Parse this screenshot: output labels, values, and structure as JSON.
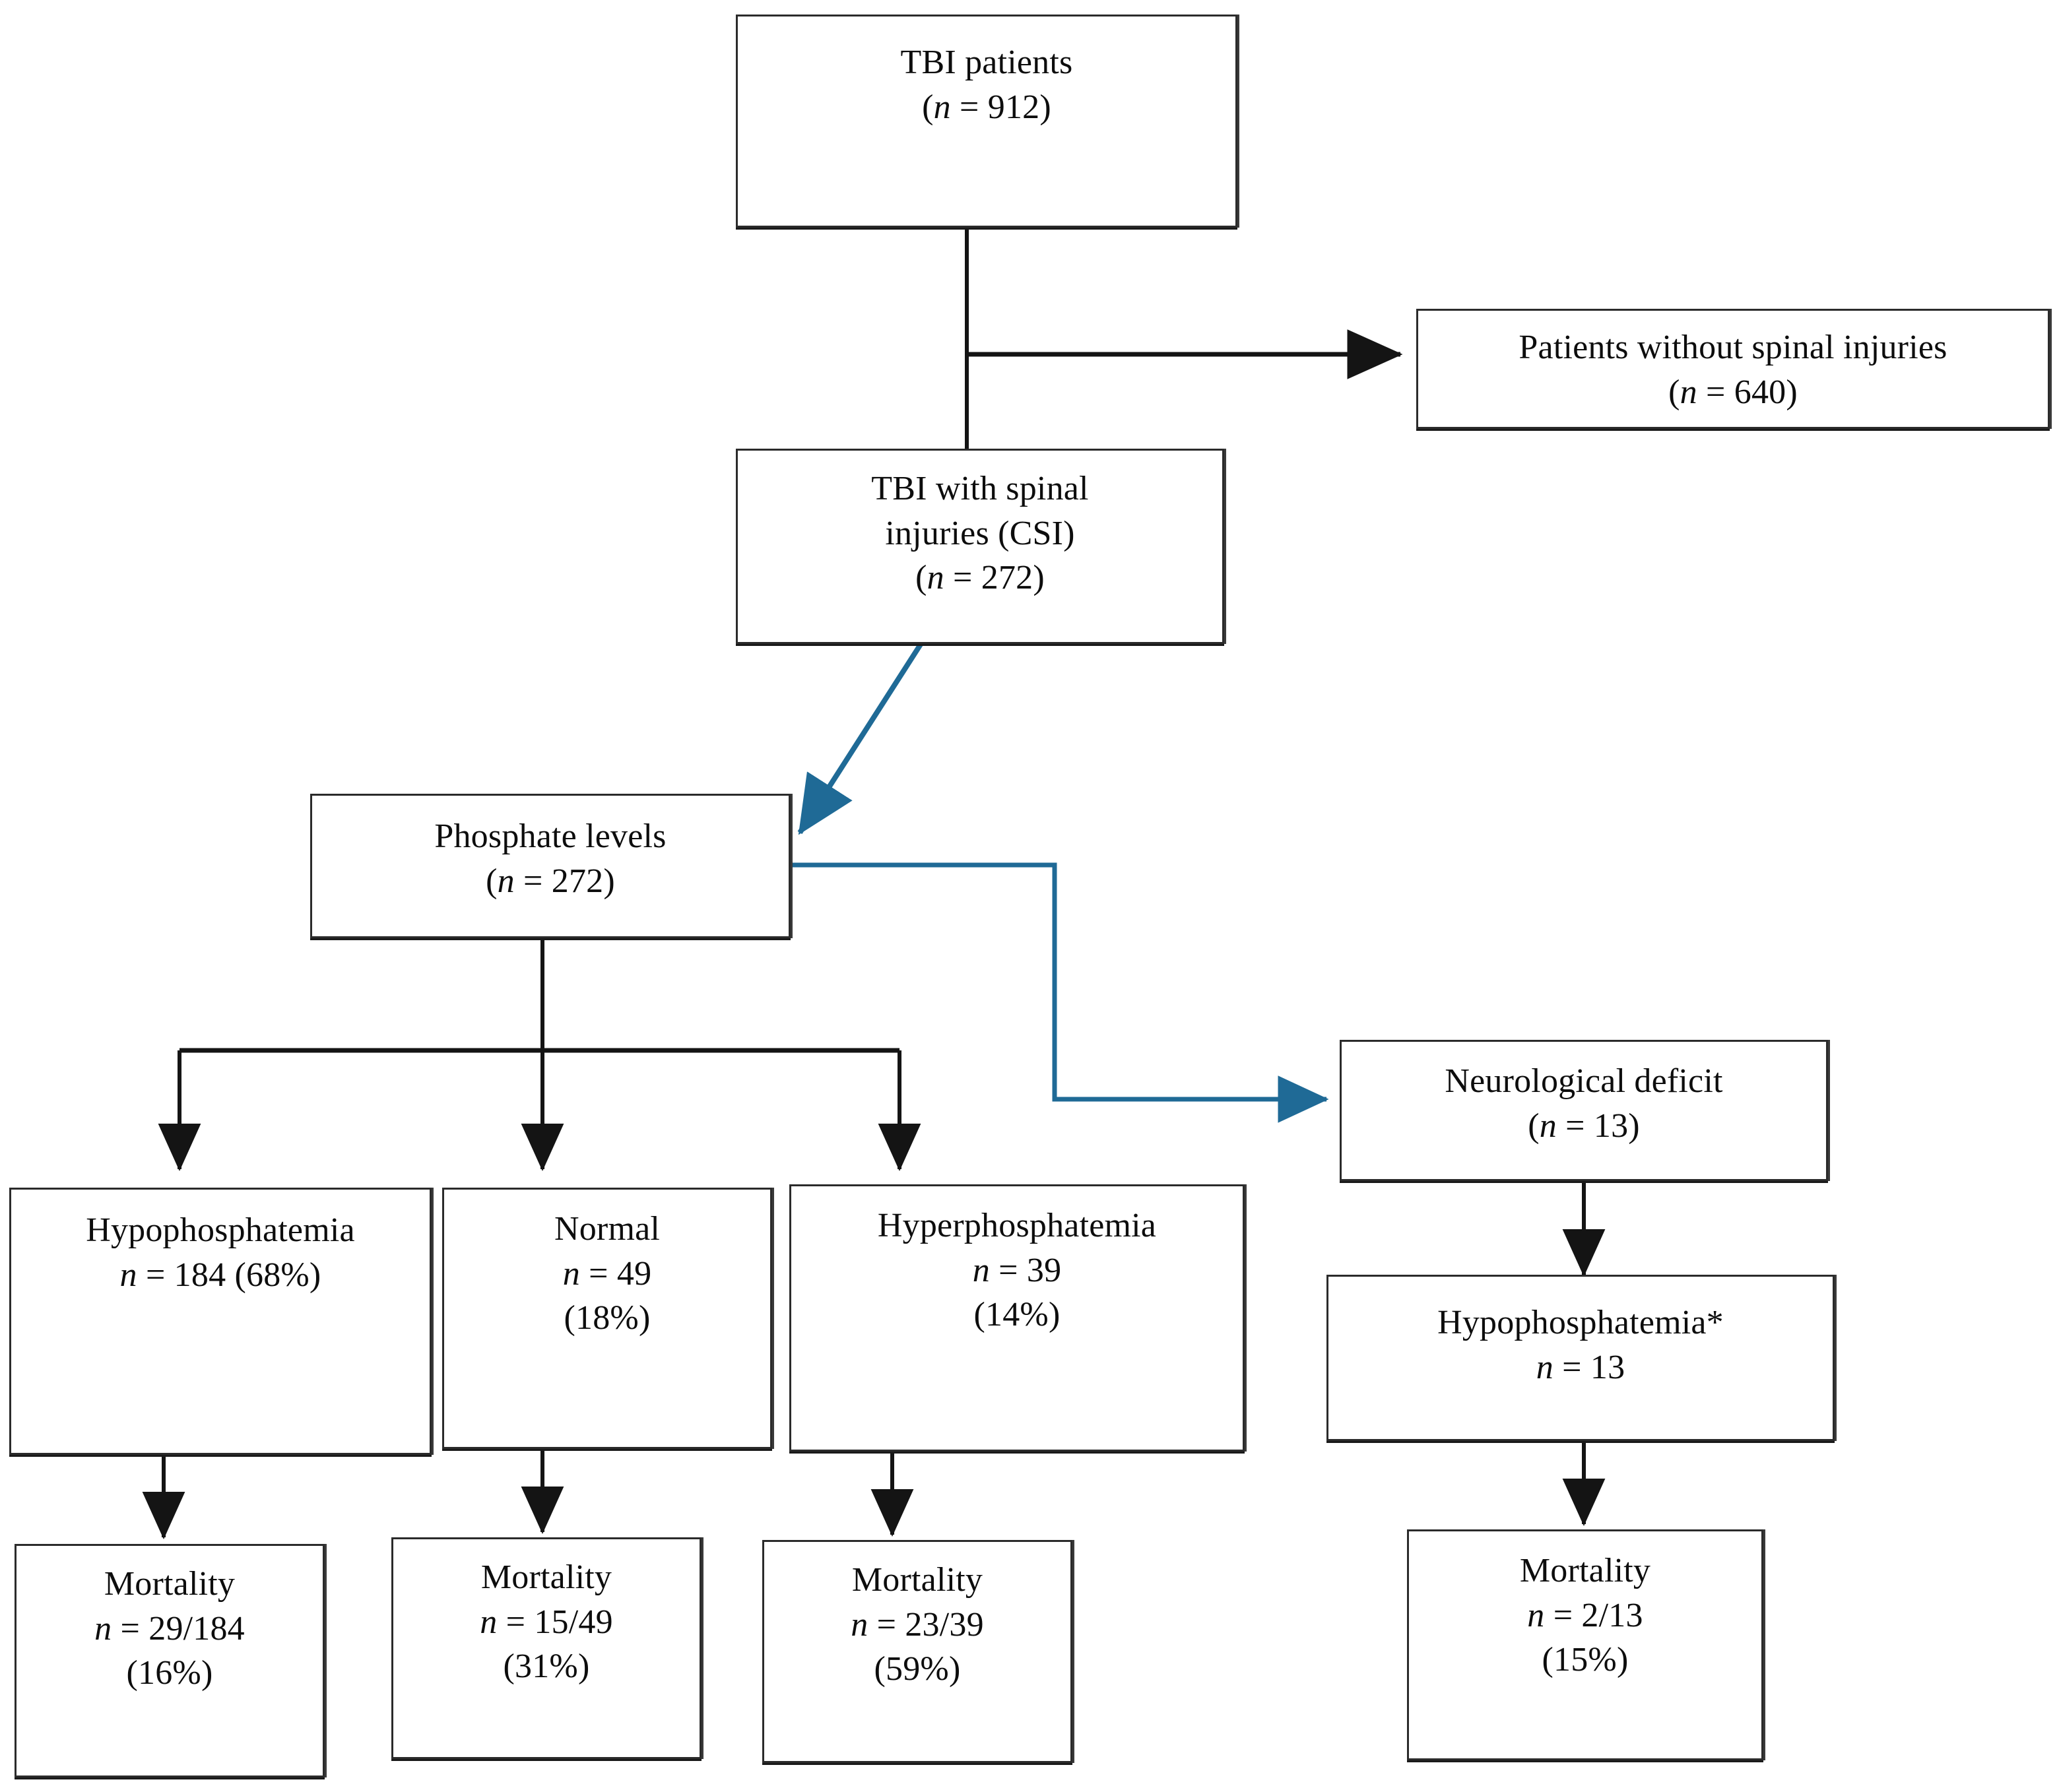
{
  "figure": {
    "type": "flowchart",
    "orientation": "top-down",
    "background_color": "#ffffff",
    "box_border_color": "#2b2b2b",
    "black_connector_color": "#1a1a1a",
    "blue_connector_color": "#1f6a96"
  },
  "nodes": {
    "tbi_patients": {
      "lines": [
        "TBI patients",
        "(n = 912)"
      ],
      "label": "TBI patients",
      "count": 912
    },
    "no_spinal_injuries": {
      "lines": [
        "Patients without spinal injuries",
        "(n = 640)"
      ],
      "label": "Patients without spinal injuries",
      "count": 640
    },
    "tbi_with_csi": {
      "lines": [
        "TBI with spinal",
        "injuries (CSI)",
        "(n = 272)"
      ],
      "label": "TBI with spinal injuries (CSI)",
      "count": 272
    },
    "phosphate_levels": {
      "lines": [
        "Phosphate levels",
        "(n = 272)"
      ],
      "label": "Phosphate levels",
      "count": 272
    },
    "hypophosphatemia": {
      "lines": [
        "Hypophosphatemia",
        "n = 184 (68%)"
      ],
      "label": "Hypophosphatemia",
      "count": 184,
      "percent": "68%"
    },
    "normal": {
      "lines": [
        "Normal",
        "n = 49",
        "(18%)"
      ],
      "label": "Normal",
      "count": 49,
      "percent": "18%"
    },
    "hyperphosphatemia": {
      "lines": [
        "Hyperphosphatemia",
        "n = 39",
        "(14%)"
      ],
      "label": "Hyperphosphatemia",
      "count": 39,
      "percent": "14%"
    },
    "neurological_deficit": {
      "lines": [
        "Neurological deficit",
        "(n = 13)"
      ],
      "label": "Neurological deficit",
      "count": 13
    },
    "hypophosphatemia_nd": {
      "lines": [
        "Hypophosphatemia*",
        "n = 13"
      ],
      "label": "Hypophosphatemia*",
      "count": 13
    },
    "mortality_hypo": {
      "lines": [
        "Mortality",
        "n = 29/184",
        "(16%)"
      ],
      "label": "Mortality",
      "numerator": 29,
      "denominator": 184,
      "percent": "16%"
    },
    "mortality_normal": {
      "lines": [
        "Mortality",
        "n = 15/49",
        "(31%)"
      ],
      "label": "Mortality",
      "numerator": 15,
      "denominator": 49,
      "percent": "31%"
    },
    "mortality_hyper": {
      "lines": [
        "Mortality",
        "n = 23/39",
        "(59%)"
      ],
      "label": "Mortality",
      "numerator": 23,
      "denominator": 39,
      "percent": "59%"
    },
    "mortality_nd": {
      "lines": [
        "Mortality",
        "n = 2/13",
        "(15%)"
      ],
      "label": "Mortality",
      "numerator": 2,
      "denominator": 13,
      "percent": "15%"
    }
  },
  "edges": [
    {
      "from": "tbi_patients",
      "to": "no_spinal_injuries",
      "style": "black-elbow-arrow"
    },
    {
      "from": "tbi_patients",
      "to": "tbi_with_csi",
      "style": "black-line"
    },
    {
      "from": "tbi_with_csi",
      "to": "phosphate_levels",
      "style": "blue-diagonal-arrow"
    },
    {
      "from": "phosphate_levels",
      "to": "hypophosphatemia",
      "style": "black-fork-arrow"
    },
    {
      "from": "phosphate_levels",
      "to": "normal",
      "style": "black-fork-arrow"
    },
    {
      "from": "phosphate_levels",
      "to": "hyperphosphatemia",
      "style": "black-fork-arrow"
    },
    {
      "from": "phosphate_levels",
      "to": "neurological_deficit",
      "style": "blue-elbow-arrow"
    },
    {
      "from": "hypophosphatemia",
      "to": "mortality_hypo",
      "style": "black-arrow"
    },
    {
      "from": "normal",
      "to": "mortality_normal",
      "style": "black-arrow"
    },
    {
      "from": "hyperphosphatemia",
      "to": "mortality_hyper",
      "style": "black-arrow"
    },
    {
      "from": "neurological_deficit",
      "to": "hypophosphatemia_nd",
      "style": "black-arrow"
    },
    {
      "from": "hypophosphatemia_nd",
      "to": "mortality_nd",
      "style": "black-arrow"
    }
  ]
}
